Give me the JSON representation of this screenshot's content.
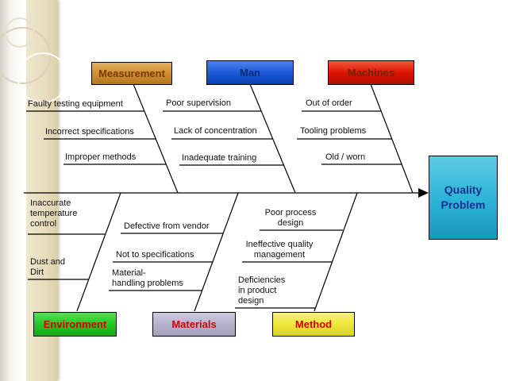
{
  "effect": {
    "label": "Quality\nProblem"
  },
  "categories": {
    "measurement": {
      "label": "Measurement",
      "causes": [
        "Faulty testing equipment",
        "Incorrect specifications",
        "Improper methods"
      ]
    },
    "man": {
      "label": "Man",
      "causes": [
        "Poor supervision",
        "Lack of concentration",
        "Inadequate training"
      ]
    },
    "machines": {
      "label": "Machines",
      "causes": [
        "Out of order",
        "Tooling problems",
        "Old / worn"
      ]
    },
    "environment": {
      "label": "Environment",
      "causes": [
        "Inaccurate\ntemperature\ncontrol",
        "Dust and\nDirt"
      ]
    },
    "materials": {
      "label": "Materials",
      "causes": [
        "Defective from vendor",
        "Not to specifications",
        "Material-\nhandling problems"
      ]
    },
    "method": {
      "label": "Method",
      "causes": [
        "Poor process\ndesign",
        "Ineffective quality\nmanagement",
        "Deficiencies\nin product\ndesign"
      ]
    }
  },
  "colors": {
    "measurement_box": "#cf8f33",
    "measurement_text": "#7a3b00",
    "man_box": "#1c5bd8",
    "man_text": "#122a78",
    "machines_box": "#dd1404",
    "machines_text": "#6e2400",
    "environment_box": "#22c922",
    "materials_box": "#b7b2cc",
    "method_box": "#eee83c",
    "bottom_text": "#d40000",
    "effect_box": "#2ab3d6",
    "effect_text": "#16338f",
    "line": "#000000"
  }
}
